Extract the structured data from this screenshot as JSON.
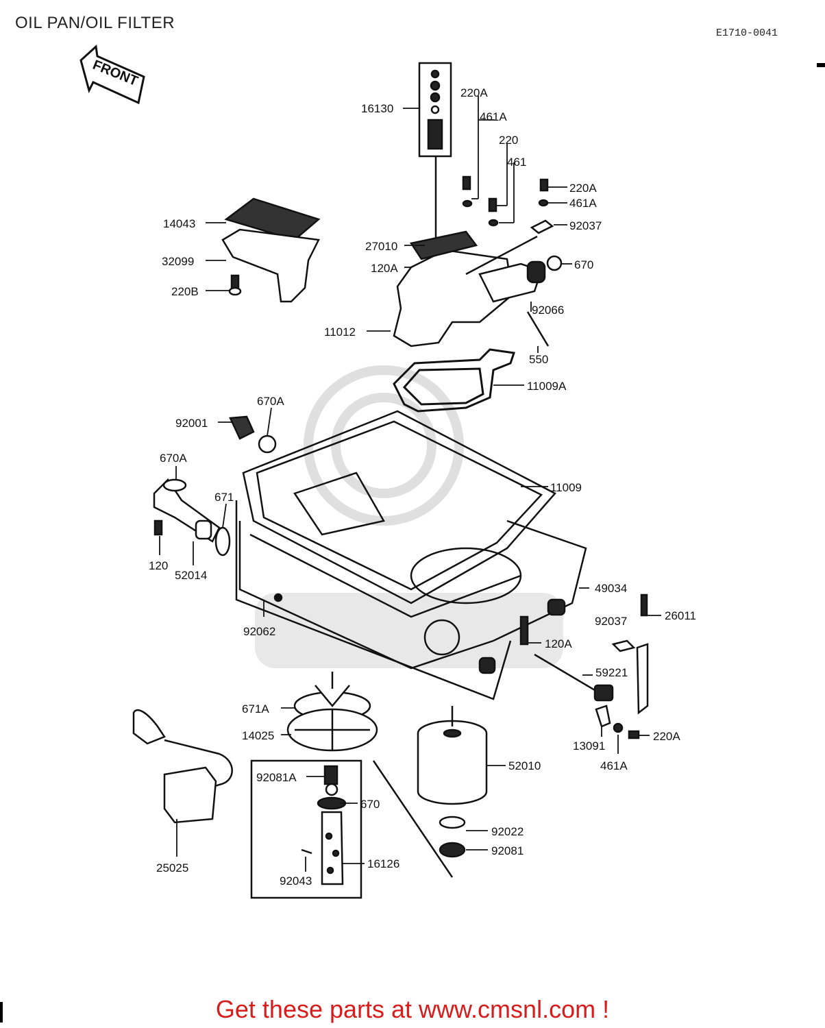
{
  "page": {
    "title": "OIL PAN/OIL FILTER",
    "drawing_code": "E1710-0041"
  },
  "front_arrow": {
    "label": "FRONT"
  },
  "parts": [
    "16130",
    "220A",
    "461A",
    "220",
    "461",
    "220A",
    "461A",
    "92037",
    "14043",
    "32099",
    "220B",
    "27010",
    "120A",
    "670",
    "92066",
    "11012",
    "550",
    "11009A",
    "670A",
    "92001",
    "670A",
    "671",
    "11009",
    "120",
    "52014",
    "49034",
    "92062",
    "26011",
    "92037",
    "120A",
    "59221",
    "671A",
    "14025",
    "13091",
    "220A",
    "461A",
    "52010",
    "92081A",
    "670",
    "92022",
    "92081",
    "16126",
    "92043",
    "25025"
  ],
  "footer": {
    "text": "Get these parts at www.cmsnl.com !"
  },
  "colors": {
    "footer_text": "#d81b1b",
    "line": "#111111",
    "watermark": "#d9d9d9"
  }
}
